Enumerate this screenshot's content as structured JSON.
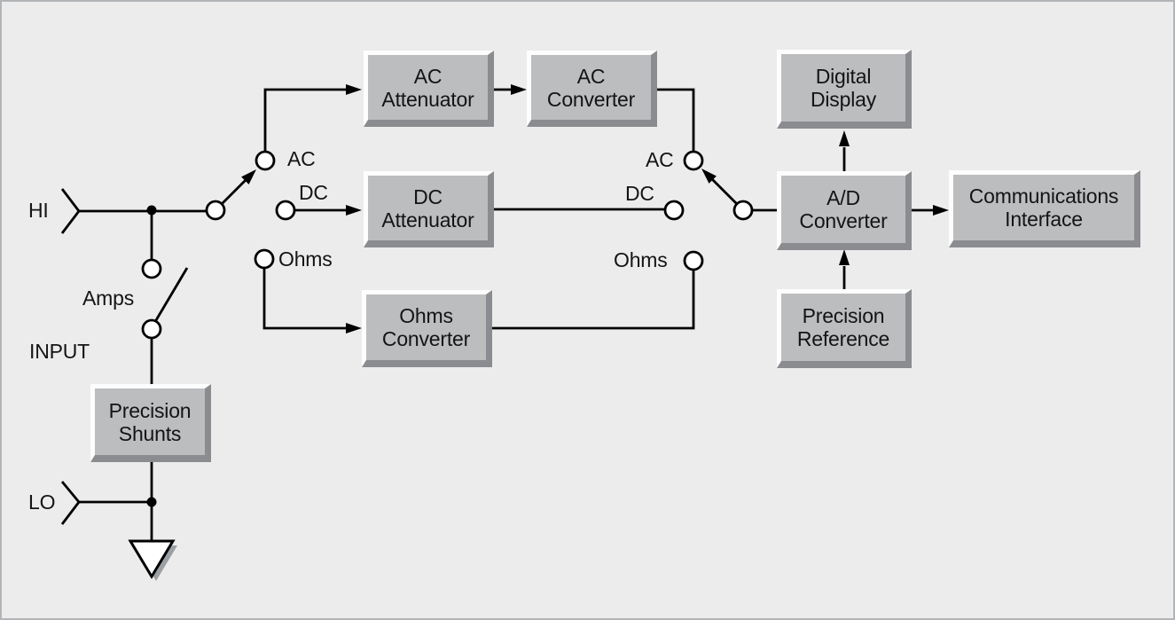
{
  "labels": {
    "hi": "HI",
    "lo": "LO",
    "input": "INPUT",
    "amps": "Amps",
    "ac_left": "AC",
    "dc_left": "DC",
    "ohms_left": "Ohms",
    "ac_right": "AC",
    "dc_right": "DC",
    "ohms_right": "Ohms"
  },
  "blocks": {
    "ac_attenuator": {
      "line1": "AC",
      "line2": "Attenuator"
    },
    "ac_converter": {
      "line1": "AC",
      "line2": "Converter"
    },
    "dc_attenuator": {
      "line1": "DC",
      "line2": "Attenuator"
    },
    "ohms_converter": {
      "line1": "Ohms",
      "line2": "Converter"
    },
    "digital_display": {
      "line1": "Digital",
      "line2": "Display"
    },
    "ad_converter": {
      "line1": "A/D",
      "line2": "Converter"
    },
    "communications_interface": {
      "line1": "Communications",
      "line2": "Interface"
    },
    "precision_reference": {
      "line1": "Precision",
      "line2": "Reference"
    },
    "precision_shunts": {
      "line1": "Precision",
      "line2": "Shunts"
    }
  },
  "colors": {
    "canvas_bg": "#ececec",
    "frame_border": "#b2b4b7",
    "block_fill": "#bcbdbf",
    "block_highlight": "#fdfdfd",
    "block_shadow": "#8a8c8f",
    "wire": "#000000",
    "contact_fill": "#ffffff",
    "ground_shadow": "#9da0a2",
    "text": "#141414"
  }
}
